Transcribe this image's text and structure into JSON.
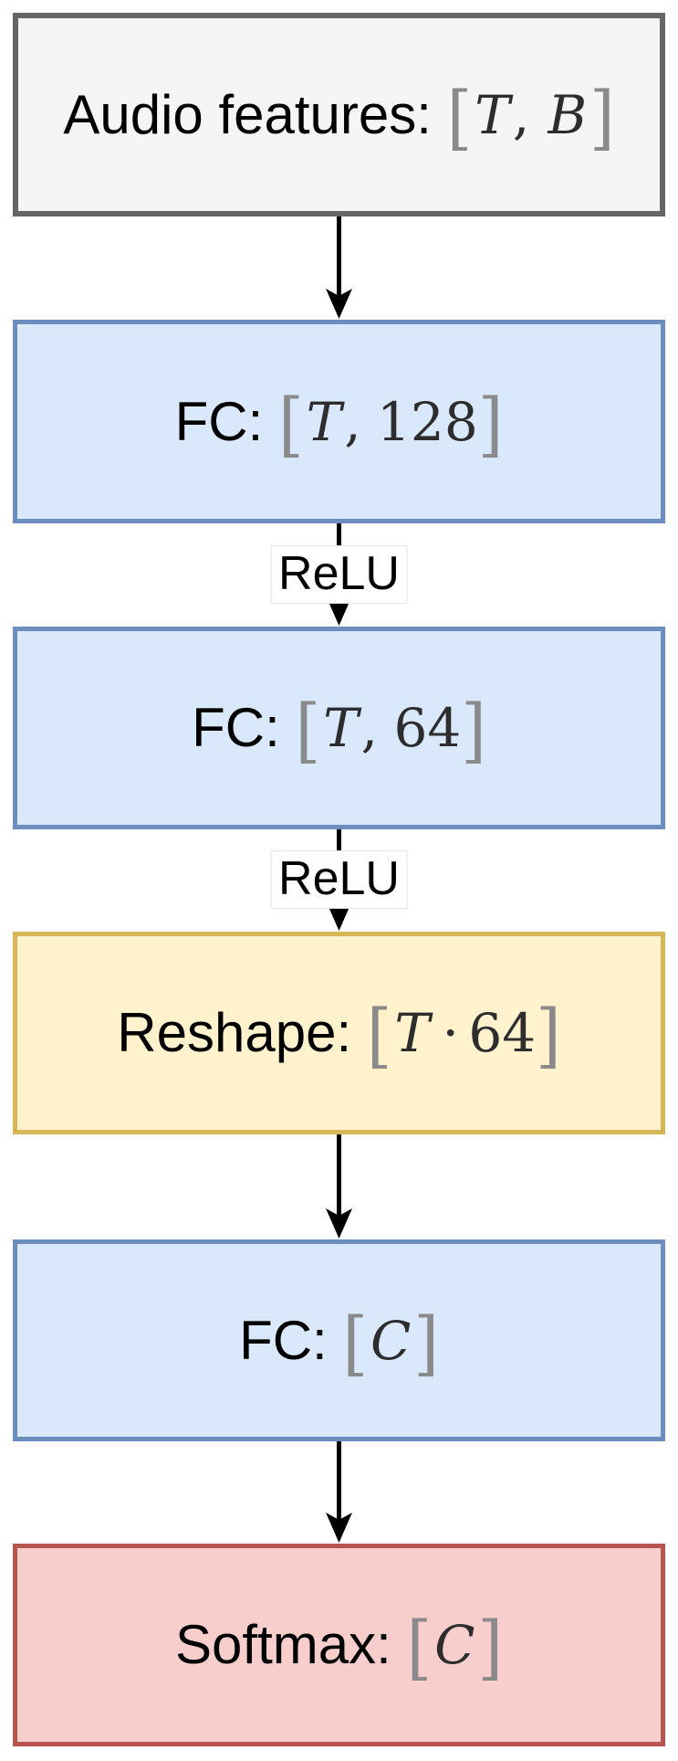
{
  "diagram": {
    "background": "#ffffff",
    "arrow_color": "#000000",
    "nodes": [
      {
        "id": "audio-features",
        "text": "Audio features: [T, B]",
        "prefix": "Audio features:",
        "fill": "#f5f5f5",
        "stroke": "#666666",
        "math_tokens": [
          {
            "t": "bracket",
            "v": "["
          },
          {
            "t": "var",
            "v": "T"
          },
          {
            "t": "comma",
            "v": ","
          },
          {
            "t": "var",
            "v": "B"
          },
          {
            "t": "bracket",
            "v": "]"
          }
        ]
      },
      {
        "id": "fc-t-128",
        "text": "FC: [T, 128]",
        "prefix": "FC:",
        "fill": "#dae8fc",
        "stroke": "#6c8ebf",
        "math_tokens": [
          {
            "t": "bracket",
            "v": "["
          },
          {
            "t": "var",
            "v": "T"
          },
          {
            "t": "comma",
            "v": ","
          },
          {
            "t": "num",
            "v": "128"
          },
          {
            "t": "bracket",
            "v": "]"
          }
        ]
      },
      {
        "id": "fc-t-64",
        "text": "FC: [T, 64]",
        "prefix": "FC:",
        "fill": "#dae8fc",
        "stroke": "#6c8ebf",
        "math_tokens": [
          {
            "t": "bracket",
            "v": "["
          },
          {
            "t": "var",
            "v": "T"
          },
          {
            "t": "comma",
            "v": ","
          },
          {
            "t": "num",
            "v": "64"
          },
          {
            "t": "bracket",
            "v": "]"
          }
        ]
      },
      {
        "id": "reshape",
        "text": "Reshape: [T · 64]",
        "prefix": "Reshape:",
        "fill": "#fff2cc",
        "stroke": "#d6b656",
        "math_tokens": [
          {
            "t": "bracket",
            "v": "["
          },
          {
            "t": "var",
            "v": "T"
          },
          {
            "t": "op",
            "v": "·"
          },
          {
            "t": "num",
            "v": "64"
          },
          {
            "t": "bracket",
            "v": "]"
          }
        ]
      },
      {
        "id": "fc-c",
        "text": "FC: [C]",
        "prefix": "FC:",
        "fill": "#dae8fc",
        "stroke": "#6c8ebf",
        "math_tokens": [
          {
            "t": "bracket",
            "v": "["
          },
          {
            "t": "var",
            "v": "C"
          },
          {
            "t": "bracket",
            "v": "]"
          }
        ]
      },
      {
        "id": "softmax",
        "text": "Softmax: [C]",
        "prefix": "Softmax:",
        "fill": "#f8cecc",
        "stroke": "#b85450",
        "math_tokens": [
          {
            "t": "bracket",
            "v": "["
          },
          {
            "t": "var",
            "v": "C"
          },
          {
            "t": "bracket",
            "v": "]"
          }
        ]
      }
    ],
    "edges": [
      {
        "from": "audio-features",
        "to": "fc-t-128",
        "label": ""
      },
      {
        "from": "fc-t-128",
        "to": "fc-t-64",
        "label": "ReLU"
      },
      {
        "from": "fc-t-64",
        "to": "reshape",
        "label": "ReLU"
      },
      {
        "from": "reshape",
        "to": "fc-c",
        "label": ""
      },
      {
        "from": "fc-c",
        "to": "softmax",
        "label": ""
      }
    ]
  }
}
